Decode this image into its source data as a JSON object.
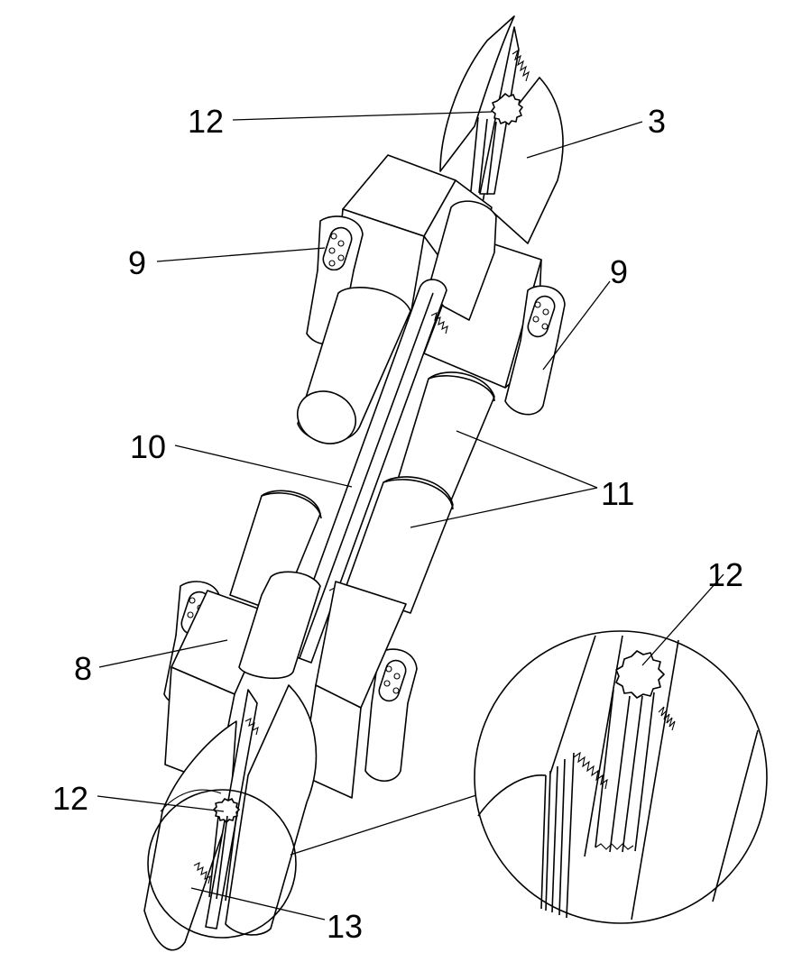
{
  "callouts": [
    {
      "id": "c12a",
      "label": "12"
    },
    {
      "id": "c3",
      "label": "3"
    },
    {
      "id": "c9a",
      "label": "9"
    },
    {
      "id": "c9b",
      "label": "9"
    },
    {
      "id": "c10",
      "label": "10"
    },
    {
      "id": "c11",
      "label": "11"
    },
    {
      "id": "c12b",
      "label": "12"
    },
    {
      "id": "c8",
      "label": "8"
    },
    {
      "id": "c12c",
      "label": "12"
    },
    {
      "id": "c13",
      "label": "13"
    }
  ]
}
